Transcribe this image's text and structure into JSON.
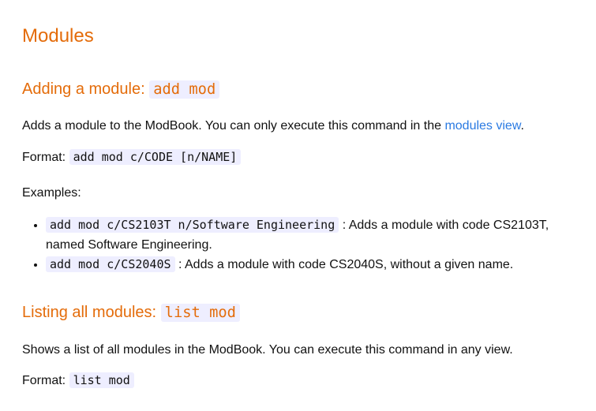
{
  "page": {
    "title": "Modules",
    "colors": {
      "heading": "#e46c0a",
      "link": "#2a7ae2",
      "code_background": "#eeeeff",
      "body_text": "#111111",
      "background": "#ffffff"
    }
  },
  "adding_section": {
    "heading_text": "Adding a module:",
    "heading_code": "add mod",
    "description_before_link": "Adds a module to the ModBook. You can only execute this command in the",
    "link_text": "modules view",
    "description_after_link": ".",
    "format_label": "Format:",
    "format_code": "add mod c/CODE [n/NAME]",
    "examples_label": "Examples:",
    "examples": [
      {
        "code": "add mod c/CS2103T n/Software Engineering",
        "text": ": Adds a module with code CS2103T, named Software Engineering."
      },
      {
        "code": "add mod c/CS2040S",
        "text": ": Adds a module with code CS2040S, without a given name."
      }
    ]
  },
  "listing_section": {
    "heading_text": "Listing all modules:",
    "heading_code": "list mod",
    "description": "Shows a list of all modules in the ModBook. You can execute this command in any view.",
    "format_label": "Format:",
    "format_code": "list mod"
  }
}
